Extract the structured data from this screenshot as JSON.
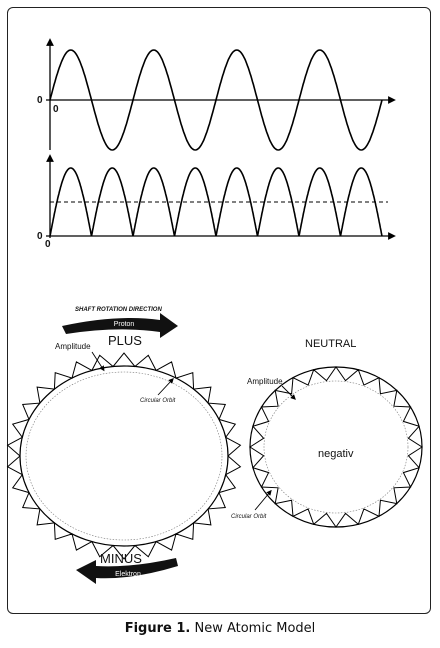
{
  "caption": {
    "label": "Figure 1.",
    "text": "New Atomic Model"
  },
  "top_plot": {
    "y_origin_label": "0",
    "x_origin_label": "0"
  },
  "bottom_plot": {
    "y_origin_label": "0",
    "x_origin_label": "0"
  },
  "shaft": {
    "title": "SHAFT ROTATION DIRECTION",
    "proton_label": "Proton",
    "elektron_label": "Elektron"
  },
  "left_atom": {
    "plus_label": "PLUS",
    "minus_label": "MINUS",
    "amplitude_label": "Amplitude",
    "orbit_label": "Circular Orbit"
  },
  "right_atom": {
    "neutral_label": "NEUTRAL",
    "center_label": "negativ",
    "amplitude_label": "Amplitude",
    "orbit_label": "Circular Orbit"
  }
}
